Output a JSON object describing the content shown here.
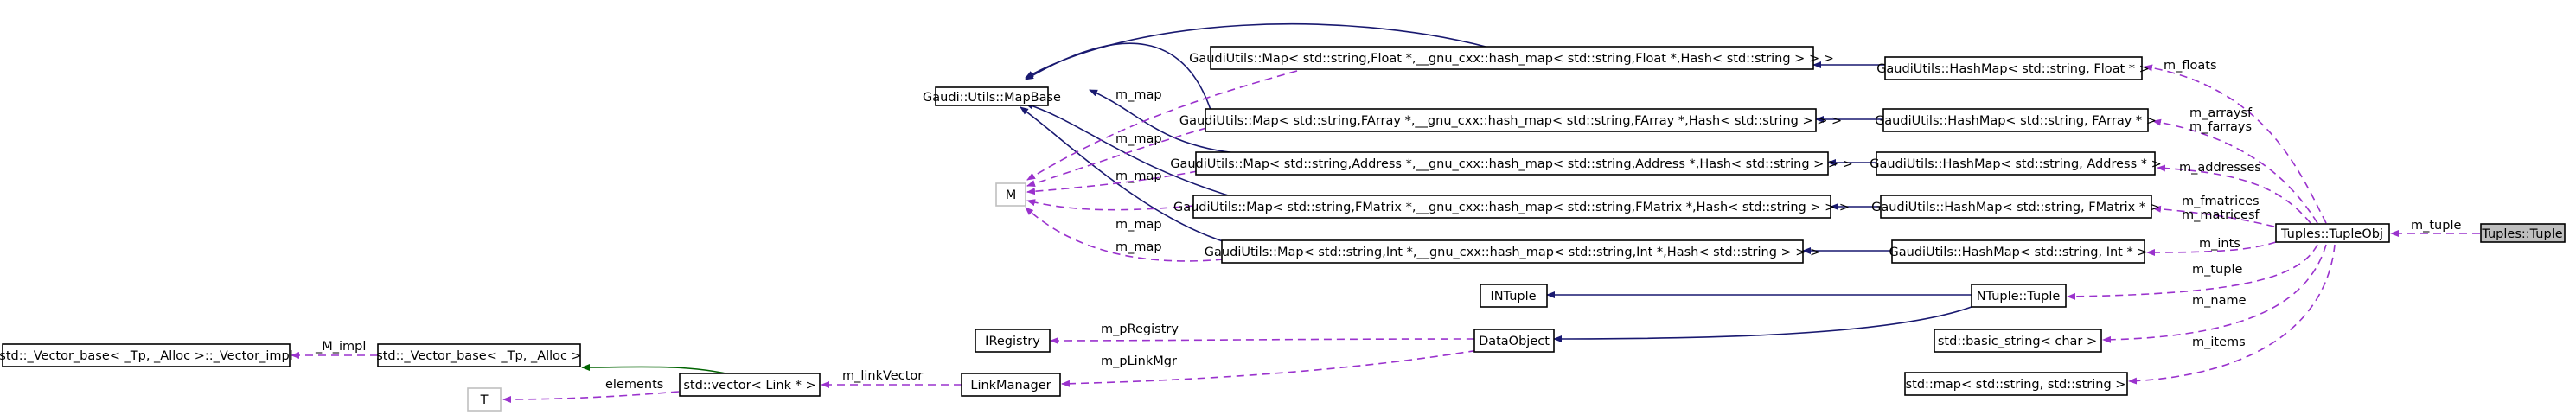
{
  "nodes": {
    "tuple": "Tuples::Tuple",
    "tupleobj": "Tuples::TupleObj",
    "mapbase": "Gaudi::Utils::MapBase",
    "m_template": "M",
    "map_float": "GaudiUtils::Map< std::string,Float *,__gnu_cxx::hash_map< std::string,Float *,Hash< std::string > > >",
    "map_farray": "GaudiUtils::Map< std::string,FArray *,__gnu_cxx::hash_map< std::string,FArray *,Hash< std::string > > >",
    "map_address": "GaudiUtils::Map< std::string,Address *,__gnu_cxx::hash_map< std::string,Address *,Hash< std::string > > >",
    "map_fmatrix": "GaudiUtils::Map< std::string,FMatrix *,__gnu_cxx::hash_map< std::string,FMatrix *,Hash< std::string > > >",
    "map_int": "GaudiUtils::Map< std::string,Int *,__gnu_cxx::hash_map< std::string,Int *,Hash< std::string > > >",
    "hashmap_float": "GaudiUtils::HashMap< std::string, Float * >",
    "hashmap_farray": "GaudiUtils::HashMap< std::string, FArray * >",
    "hashmap_address": "GaudiUtils::HashMap< std::string, Address * >",
    "hashmap_fmatrix": "GaudiUtils::HashMap< std::string, FMatrix * >",
    "hashmap_int": "GaudiUtils::HashMap< std::string, Int * >",
    "intuple": "INTuple",
    "ntuple": "NTuple::Tuple",
    "dataobject": "DataObject",
    "iregistry": "IRegistry",
    "linkmanager": "LinkManager",
    "basic_string": "std::basic_string< char >",
    "std_map": "std::map< std::string, std::string >",
    "vector_link": "std::vector< Link * >",
    "vector_base": "std::_Vector_base< _Tp, _Alloc >",
    "vector_impl": "std::_Vector_base< _Tp, _Alloc >::_Vector_impl",
    "t_template": "T"
  },
  "edge_labels": {
    "m_tuple": "m_tuple",
    "m_floats": "m_floats",
    "m_arraysf": "m_arraysf",
    "m_farrays": "m_farrays",
    "m_addresses": "m_addresses",
    "m_fmatrices": "m_fmatrices",
    "m_matricesf": "m_matricesf",
    "m_ints": "m_ints",
    "m_tuple_ntuple": "m_tuple",
    "m_name": "m_name",
    "m_items": "m_items",
    "m_map_1": "m_map",
    "m_map_2": "m_map",
    "m_map_3": "m_map",
    "m_map_4": "m_map",
    "m_map_5": "m_map",
    "m_pregistry": "m_pRegistry",
    "m_plinkmgr": "m_pLinkMgr",
    "m_linkvector": "m_linkVector",
    "m_impl": "_M_impl",
    "elements": "elements"
  },
  "colors": {
    "inheritance": "#191970",
    "inheritance_protected": "#006400",
    "member_usage": "#9a32cd",
    "highlight_fill": "#bfbfbf"
  }
}
